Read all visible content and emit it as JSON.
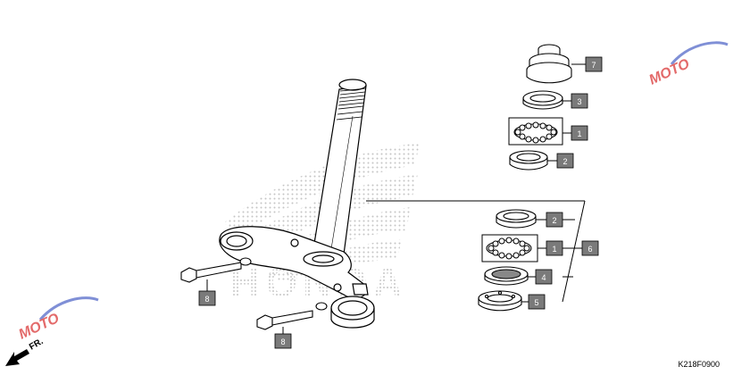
{
  "diagram": {
    "code": "K218F0900",
    "front_label": "FR.",
    "brand_watermark": "HONDA",
    "site_watermark": "MOTO",
    "callouts": [
      {
        "id": "c7",
        "label": "7"
      },
      {
        "id": "c3",
        "label": "3"
      },
      {
        "id": "c1a",
        "label": "1"
      },
      {
        "id": "c2a",
        "label": "2"
      },
      {
        "id": "c2b",
        "label": "2"
      },
      {
        "id": "c1b",
        "label": "1"
      },
      {
        "id": "c6",
        "label": "6"
      },
      {
        "id": "c4",
        "label": "4"
      },
      {
        "id": "c5",
        "label": "5"
      },
      {
        "id": "c8a",
        "label": "8"
      },
      {
        "id": "c8b",
        "label": "8"
      }
    ]
  },
  "colors": {
    "callout_fill": "#7a7a7a",
    "line": "#000000",
    "watermark_red": "#e36a6a",
    "watermark_dots": "#b0b0b0"
  }
}
